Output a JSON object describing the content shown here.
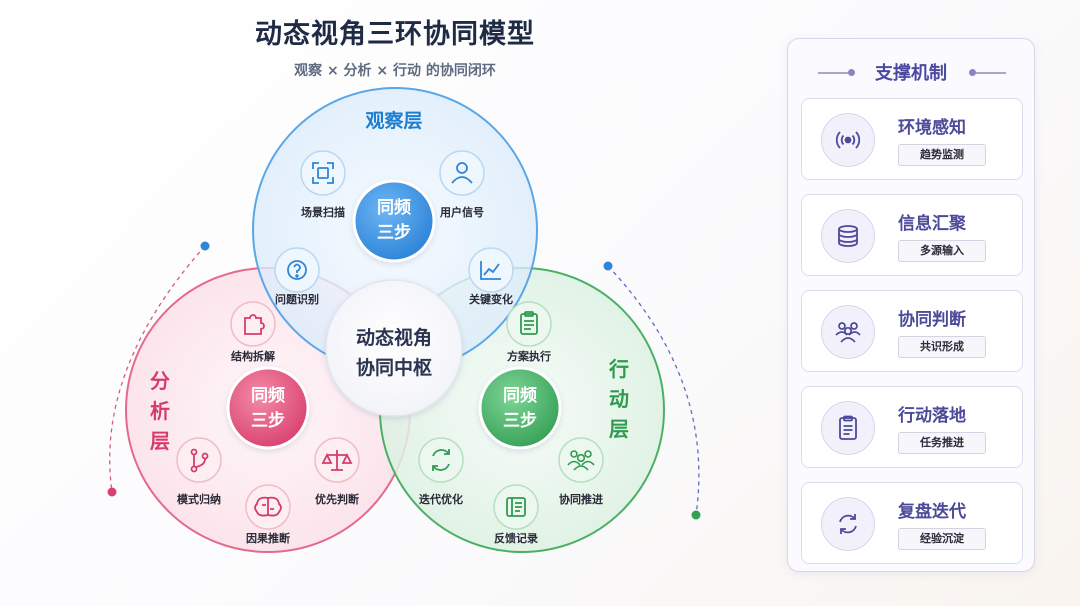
{
  "title": "动态视角三环协同模型",
  "subtitle": "观察 × 分析 × 行动 的协同闭环",
  "rings": {
    "observe": {
      "label": "观察层",
      "color": "#1e7fd0",
      "core_lines": [
        "同频",
        "三步"
      ],
      "nodes": [
        {
          "label": "场景扫描",
          "icon": "scan-icon"
        },
        {
          "label": "用户信号",
          "icon": "user-icon"
        },
        {
          "label": "问题识别",
          "icon": "question-icon"
        },
        {
          "label": "关键变化",
          "icon": "trend-chart-icon"
        }
      ]
    },
    "analyze": {
      "label": "分析层",
      "color": "#d63c6b",
      "core_lines": [
        "同频",
        "三步"
      ],
      "nodes": [
        {
          "label": "结构拆解",
          "icon": "puzzle-icon"
        },
        {
          "label": "模式归纳",
          "icon": "branch-icon"
        },
        {
          "label": "优先判断",
          "icon": "scale-icon"
        },
        {
          "label": "因果推断",
          "icon": "brain-icon"
        }
      ]
    },
    "act": {
      "label": "行动层",
      "color": "#2f9b4e",
      "core_lines": [
        "同频",
        "三步"
      ],
      "nodes": [
        {
          "label": "方案执行",
          "icon": "clipboard-icon"
        },
        {
          "label": "迭代优化",
          "icon": "refresh-icon"
        },
        {
          "label": "协同推进",
          "icon": "team-icon"
        },
        {
          "label": "反馈记录",
          "icon": "notes-icon"
        }
      ]
    }
  },
  "center": {
    "lines": [
      "动态视角",
      "协同中枢"
    ]
  },
  "support": {
    "title": "支撑机制",
    "items": [
      {
        "title": "环境感知",
        "tag": "趋势监测",
        "icon": "radar-icon"
      },
      {
        "title": "信息汇聚",
        "tag": "多源输入",
        "icon": "database-icon"
      },
      {
        "title": "协同判断",
        "tag": "共识形成",
        "icon": "group-icon"
      },
      {
        "title": "行动落地",
        "tag": "任务推进",
        "icon": "clipboard-icon"
      },
      {
        "title": "复盘迭代",
        "tag": "经验沉淀",
        "icon": "cycle-icon"
      }
    ]
  },
  "colors": {
    "accent_purple": "#4d4a9a",
    "observe_blue": "#1e7fd0",
    "analyze_pink": "#d63c6b",
    "act_green": "#2f9b4e"
  }
}
